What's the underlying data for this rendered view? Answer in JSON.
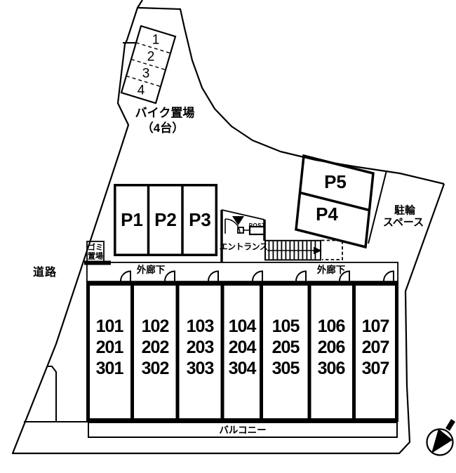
{
  "colors": {
    "ink": "#000000",
    "bg": "#ffffff"
  },
  "road": {
    "label": "道路"
  },
  "bike_parking": {
    "slots": [
      "1",
      "2",
      "3",
      "4"
    ],
    "name": "バイク置場",
    "capacity": "（4台）"
  },
  "garbage": {
    "line1": "ゴミ",
    "line2": "置場"
  },
  "parking_row": {
    "stalls": [
      "P1",
      "P2",
      "P3"
    ]
  },
  "parking_upper": {
    "top": "P5",
    "bottom": "P4"
  },
  "bicycle_space": {
    "line1": "駐輪",
    "line2": "スペース"
  },
  "entrance": {
    "label": "エントランス",
    "post": "POST"
  },
  "corridor": {
    "left_label": "外廊下",
    "right_label": "外廊下"
  },
  "building": {
    "columns": [
      {
        "floors": [
          "101",
          "201",
          "301"
        ]
      },
      {
        "floors": [
          "102",
          "202",
          "302"
        ]
      },
      {
        "floors": [
          "103",
          "203",
          "303"
        ]
      },
      {
        "floors": [
          "104",
          "204",
          "304"
        ]
      },
      {
        "floors": [
          "105",
          "205",
          "305"
        ]
      },
      {
        "floors": [
          "106",
          "206",
          "306"
        ]
      },
      {
        "floors": [
          "107",
          "207",
          "307"
        ]
      }
    ]
  },
  "balcony": {
    "label": "バルコニー"
  }
}
